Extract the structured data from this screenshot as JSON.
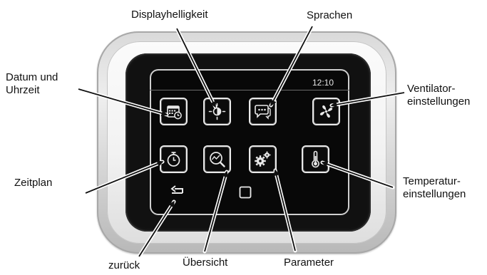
{
  "screen": {
    "clock": "12:10"
  },
  "labels": {
    "display_brightness": "Displayhelligkeit",
    "languages": "Sprachen",
    "date_time_line1": "Datum und",
    "date_time_line2": "Uhrzeit",
    "fan_line1": "Ventilator-",
    "fan_line2": "einstellungen",
    "schedule": "Zeitplan",
    "temperature_line1": "Temperatur-",
    "temperature_line2": "einstellungen",
    "back": "zurück",
    "overview": "Übersicht",
    "parameter": "Parameter"
  },
  "icons": [
    "calendar-clock-icon",
    "brightness-icon",
    "chat-bubbles-icon",
    "fan-icon",
    "timer-icon",
    "chart-magnifier-icon",
    "gears-icon",
    "thermometer-icon",
    "back-arrow-icon",
    "home-square-icon"
  ],
  "colors": {
    "bezel": "#111111",
    "frame": "#d9d9d9",
    "icon_stroke": "#e9e9e9"
  }
}
